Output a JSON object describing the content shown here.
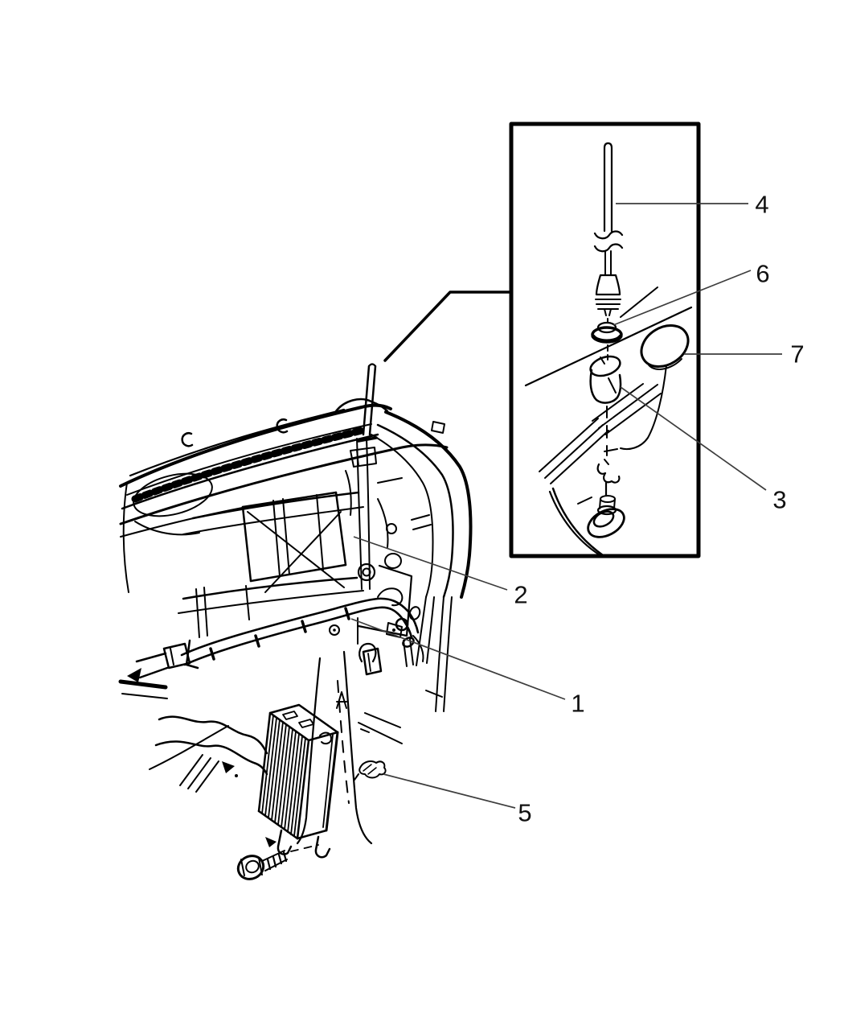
{
  "diagram": {
    "callouts": [
      {
        "label": "1"
      },
      {
        "label": "2"
      },
      {
        "label": "3"
      },
      {
        "label": "4"
      },
      {
        "label": "5"
      },
      {
        "label": "6"
      },
      {
        "label": "7"
      }
    ],
    "colors": {
      "line": "#000000",
      "leader": "#3d3d3d",
      "background": "#ffffff",
      "text": "#111111"
    }
  }
}
